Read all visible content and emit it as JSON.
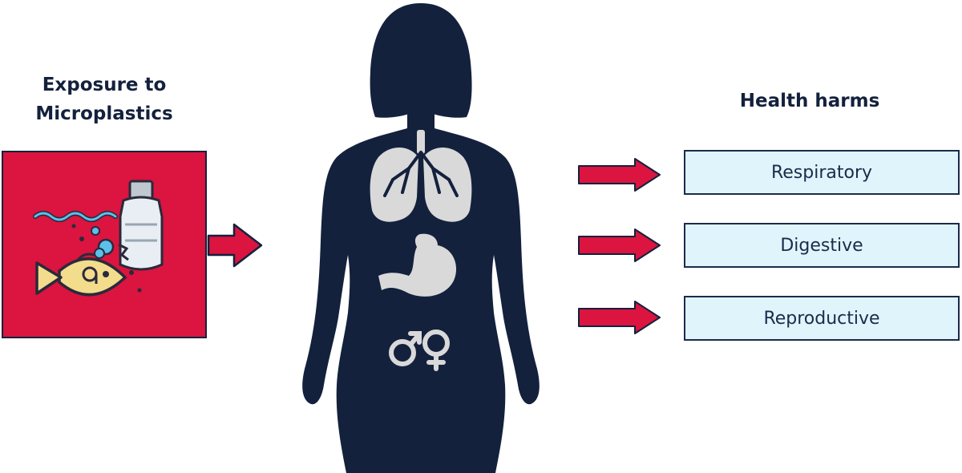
{
  "exposure": {
    "title_line1": "Exposure to",
    "title_line2": "Microplastics",
    "icon": "ocean-pollution-icon"
  },
  "body_figure": {
    "icon": "female-silhouette-icon",
    "organs": [
      "lungs-icon",
      "stomach-icon",
      "gender-symbols-icon"
    ]
  },
  "harms": {
    "title": "Health harms",
    "items": [
      {
        "label": "Respiratory"
      },
      {
        "label": "Digestive"
      },
      {
        "label": "Reproductive"
      }
    ]
  },
  "colors": {
    "accent_red": "#db1440",
    "navy": "#14213d",
    "box_fill": "#dff4fb",
    "organ_gray": "#d9d9d9"
  }
}
